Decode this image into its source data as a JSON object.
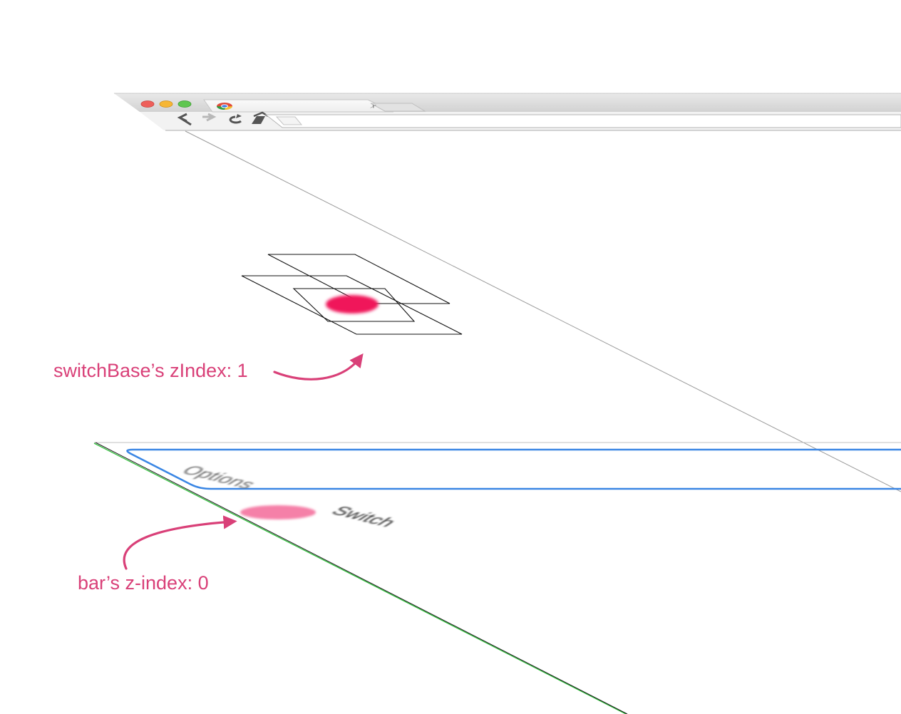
{
  "annotations": {
    "switch_base": "switchBase’s zIndex: 1",
    "bar": "bar’s z-index: 0"
  },
  "ui_layer": {
    "options_label": "Options",
    "switch_label": "Switch"
  },
  "browser": {
    "close_tab_glyph": "×"
  },
  "colors": {
    "annotation": "#d94078",
    "thumb": "#f0145a",
    "bar": "#f580a8",
    "options_border": "#3a86e4",
    "layer_edge": "#2fbf3a",
    "traffic_close": "#ee5f5a",
    "traffic_minimize": "#f6b634",
    "traffic_zoom": "#5fc650"
  },
  "icons": [
    "close-dot-icon",
    "minimize-dot-icon",
    "zoom-dot-icon",
    "chrome-logo-icon",
    "back-arrow-icon",
    "forward-arrow-icon",
    "reload-icon",
    "home-icon"
  ]
}
